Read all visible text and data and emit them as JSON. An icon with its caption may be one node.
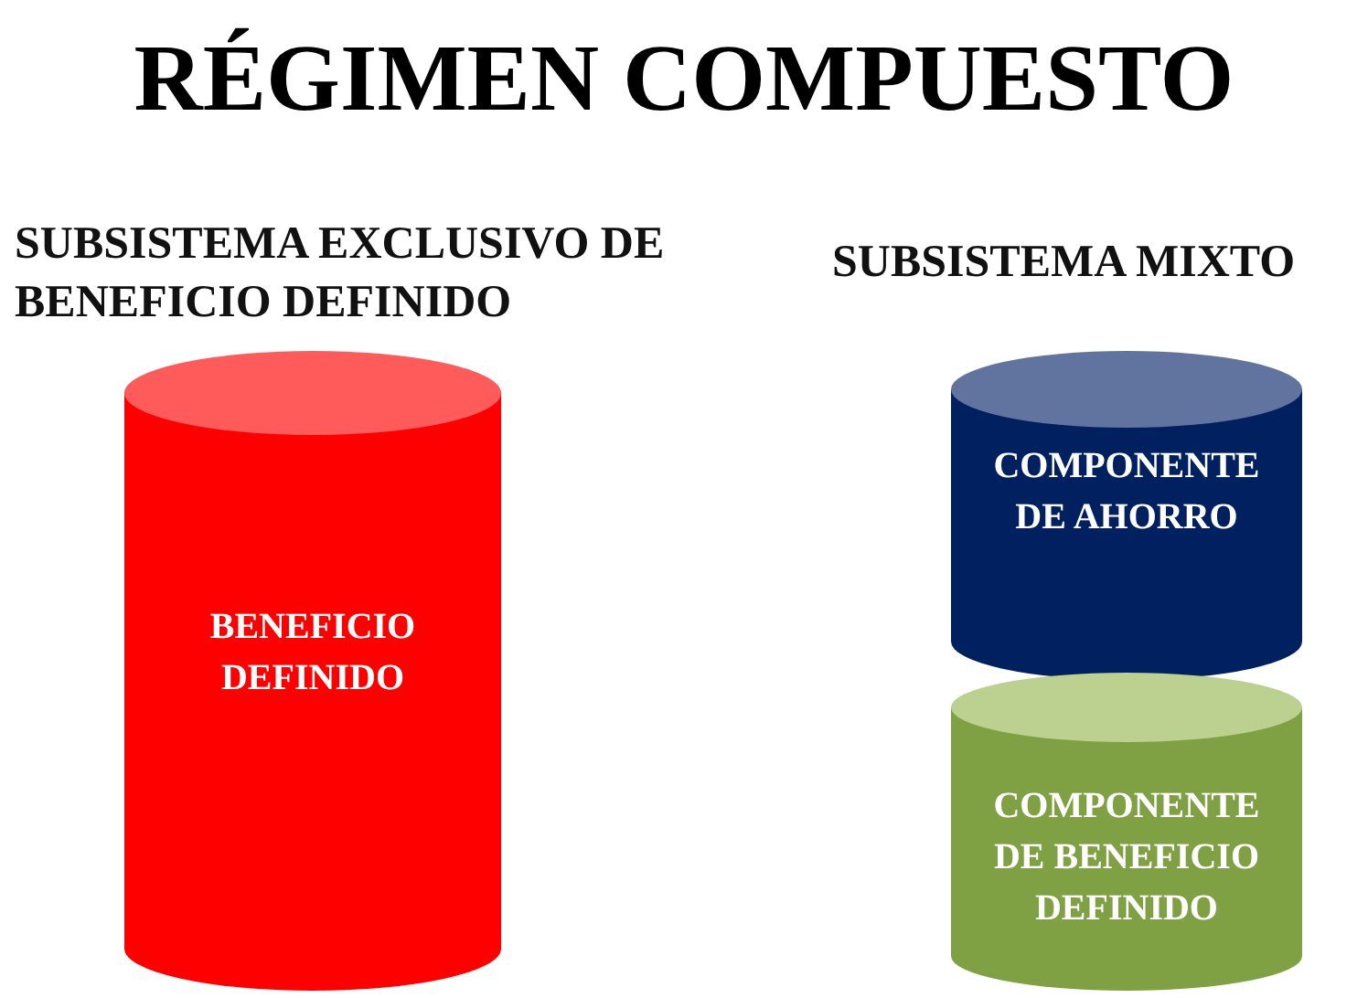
{
  "diagram": {
    "title": "RÉGIMEN COMPUESTO",
    "nodes": [
      {
        "text": [
          "BENEFICIO DEFINIDO"
        ]
      },
      {
        "text": [
          "COMPONENTE DE AHORRO"
        ]
      },
      {
        "text": [
          "COMPONENTE DE BENEFICIO DEFINIDO"
        ]
      }
    ],
    "labels": [
      "SUBSISTEMA EXCLUSIVO DE BENEFICIO DEFINIDO",
      "SUBSISTEMA MIXTO"
    ]
  }
}
